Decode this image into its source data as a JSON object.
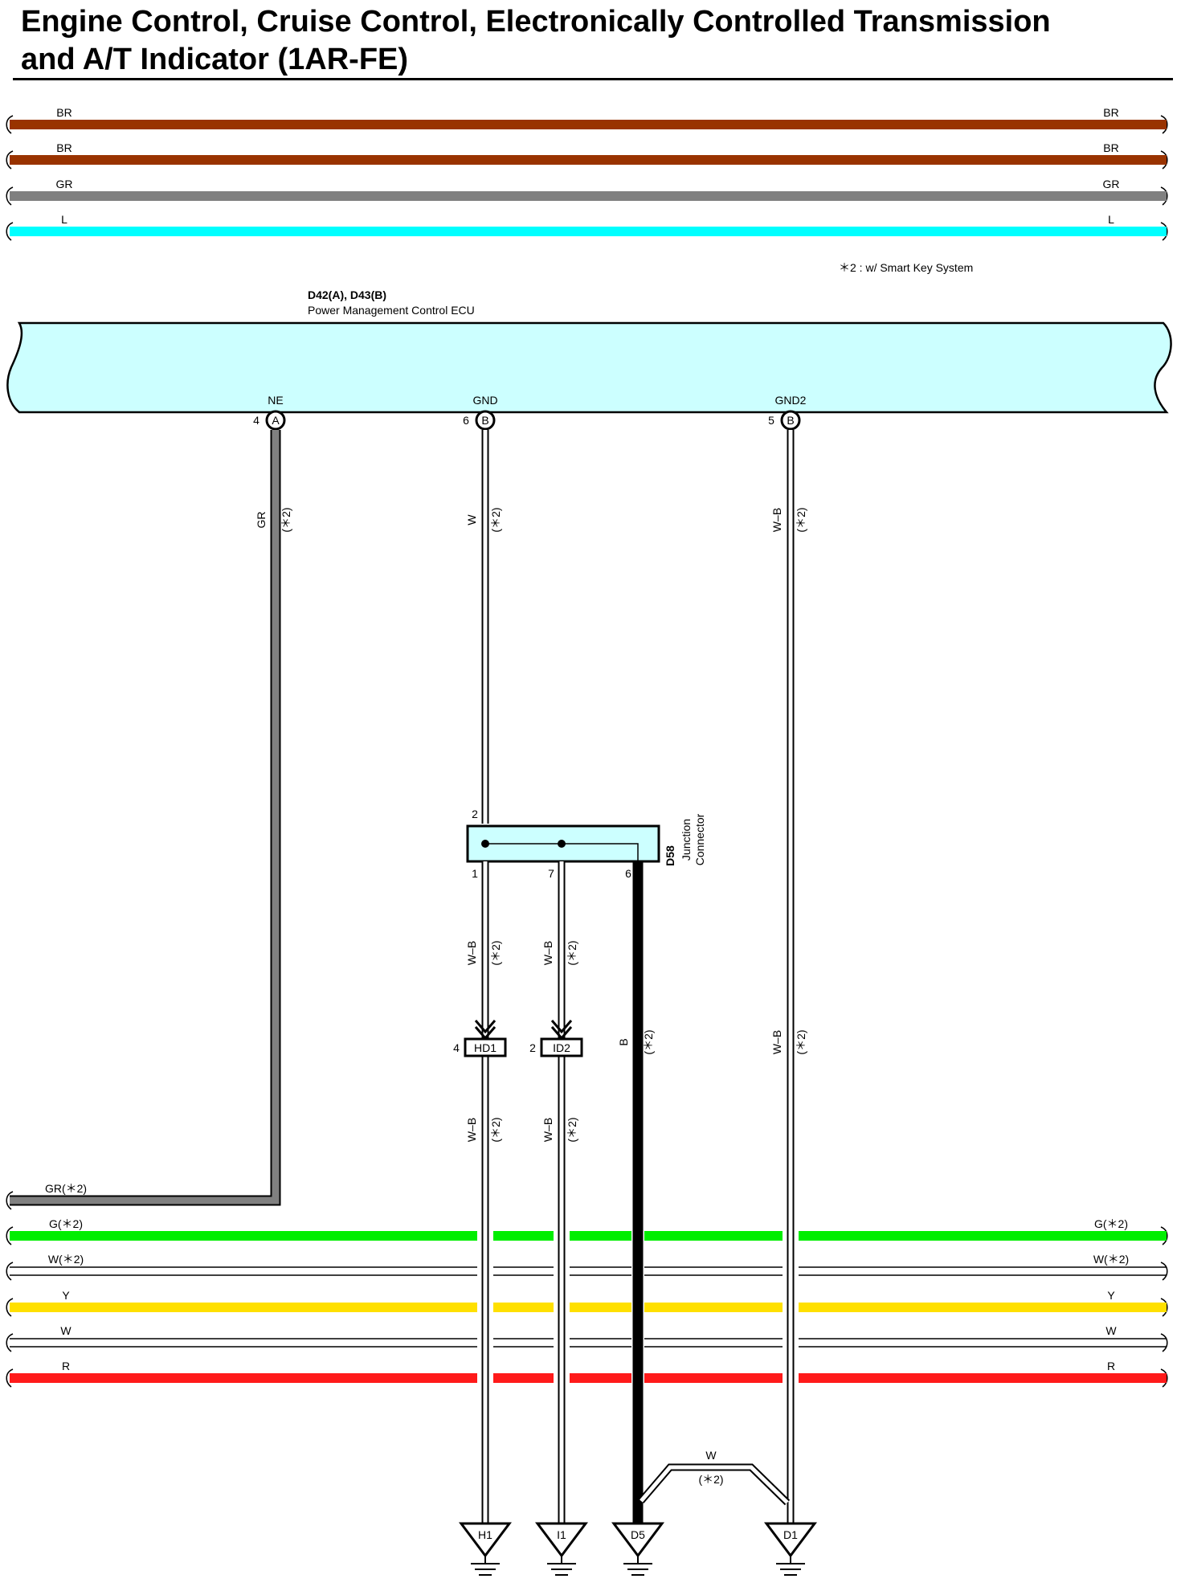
{
  "title": {
    "line1": "Engine Control, Cruise Control, Electronically Controlled Transmission",
    "line2": "and A/T Indicator (1AR-FE)"
  },
  "legend_note": "＊2 : w/ Smart Key System",
  "colors": {
    "BR": "#993300",
    "GR": "#808080",
    "L": "#00ffff",
    "G": "#00ee00",
    "Y": "#ffe000",
    "R": "#ff1a1a",
    "W": "#ffffff",
    "B": "#000000",
    "ecu_fill": "#ccffff",
    "connector_fill": "#ccffff"
  },
  "top_wires": [
    {
      "left_label": "BR",
      "right_label": "BR",
      "color": "BR"
    },
    {
      "left_label": "BR",
      "right_label": "BR",
      "color": "BR"
    },
    {
      "left_label": "GR",
      "right_label": "GR",
      "color": "GR"
    },
    {
      "left_label": "L",
      "right_label": "L",
      "color": "L"
    }
  ],
  "ecu": {
    "connector_id": "D42(A), D43(B)",
    "name": "Power Management Control ECU",
    "pins": [
      {
        "name": "NE",
        "pin_no": "4",
        "connector": "A"
      },
      {
        "name": "GND",
        "pin_no": "6",
        "connector": "B"
      },
      {
        "name": "GND2",
        "pin_no": "5",
        "connector": "B"
      }
    ]
  },
  "wire_labels": {
    "ne": {
      "color": "GR",
      "option": "(＊2)"
    },
    "gnd": {
      "color": "W",
      "option": "(＊2)"
    },
    "gnd2": {
      "color": "W–B",
      "option": "(＊2)"
    },
    "gnd2_lower": {
      "color": "W–B",
      "option": "(＊2)"
    },
    "j1": {
      "color": "W–B",
      "option": "(＊2)"
    },
    "j7": {
      "color": "W–B",
      "option": "(＊2)"
    },
    "j1_lower": {
      "color": "W–B",
      "option": "(＊2)"
    },
    "j7_lower": {
      "color": "W–B",
      "option": "(＊2)"
    },
    "j6": {
      "color": "B",
      "option": "(＊2)"
    },
    "cross": {
      "color": "W",
      "option": "(＊2)"
    }
  },
  "junction": {
    "id": "D58",
    "name_line1": "Junction",
    "name_line2": "Connector",
    "pin_in": "2",
    "pins_out": [
      "1",
      "7",
      "6"
    ]
  },
  "inline_connectors": [
    {
      "pin_no": "4",
      "id": "HD1"
    },
    {
      "pin_no": "2",
      "id": "ID2"
    }
  ],
  "bottom_wires": [
    {
      "left_label": "GR(＊2)",
      "right_label": "",
      "color": "GR"
    },
    {
      "left_label": "G(＊2)",
      "right_label": "G(＊2)",
      "color": "G"
    },
    {
      "left_label": "W(＊2)",
      "right_label": "W(＊2)",
      "color": "W"
    },
    {
      "left_label": "Y",
      "right_label": "Y",
      "color": "Y"
    },
    {
      "left_label": "W",
      "right_label": "W",
      "color": "W"
    },
    {
      "left_label": "R",
      "right_label": "R",
      "color": "R"
    }
  ],
  "grounds": [
    "H1",
    "I1",
    "D5",
    "D1"
  ]
}
